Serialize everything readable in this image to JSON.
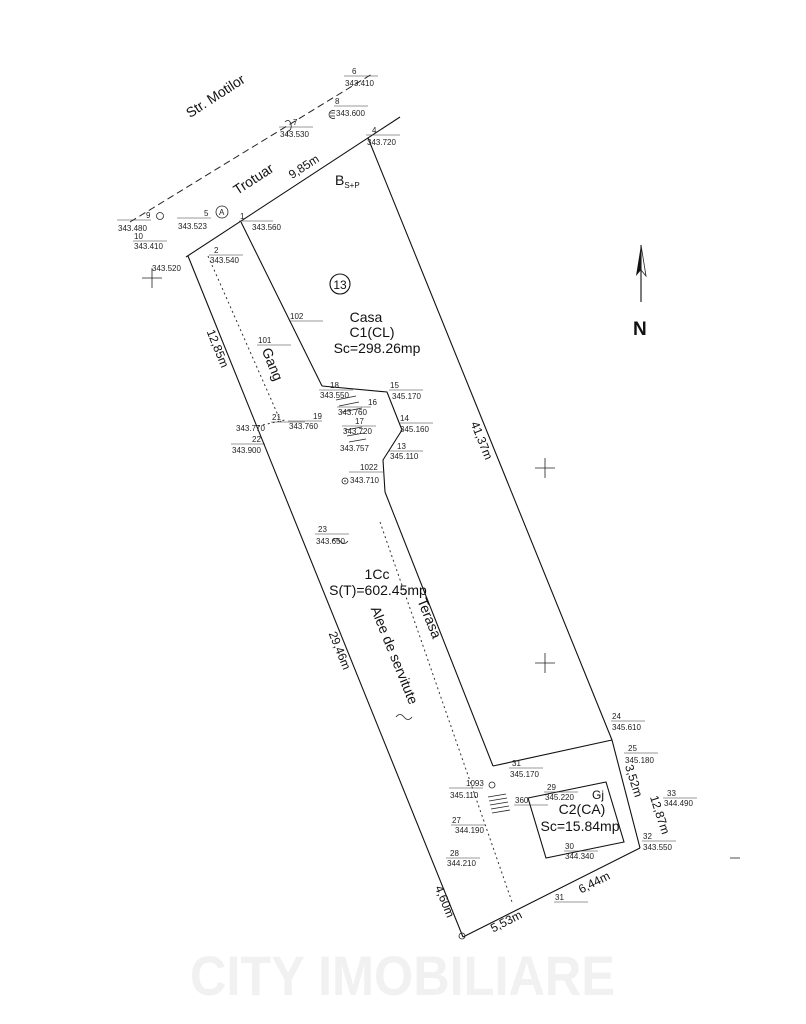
{
  "street": {
    "name": "Str. Motilor",
    "sidewalk": "Trotuar"
  },
  "north_label": "N",
  "house": {
    "lot_number": "13",
    "title": "Casa",
    "code": "C1(CL)",
    "area": "Sc=298.26mp",
    "regime_base": "B",
    "regime_sub": "S+P"
  },
  "plot": {
    "code": "1Cc",
    "area": "S(T)=602.45mp"
  },
  "garage": {
    "label": "Gj",
    "code": "C2(CA)",
    "area": "Sc=15.84mp"
  },
  "zones": {
    "passage": "Gang",
    "terrace": "Terasa",
    "easement": "Alee de servitute"
  },
  "dimensions": {
    "front": "9,85m",
    "passage_side": "12,85m",
    "right_side": "41,37m",
    "left_side": "29,46m",
    "garage_side": "3,52m",
    "rear_right": "12,87m",
    "rear": "6,44m",
    "rear_left": "5,53m",
    "left_rear": "4,60m"
  },
  "station_mark": "A",
  "points": [
    {
      "id": "6",
      "elev": "343.410"
    },
    {
      "id": "8",
      "elev": "343.600"
    },
    {
      "id": "7",
      "elev": "343.530"
    },
    {
      "id": "4",
      "elev": "343.720"
    },
    {
      "id": "9",
      "elev": "343.480"
    },
    {
      "id": "10",
      "elev": "343.410"
    },
    {
      "id": "5",
      "elev": "343.523"
    },
    {
      "id": "1",
      "elev": "343.560"
    },
    {
      "id": "2",
      "elev": "343.540"
    },
    {
      "elev": "343.520"
    },
    {
      "id": "102"
    },
    {
      "id": "101"
    },
    {
      "id": "18",
      "elev": "343.550"
    },
    {
      "id": "15",
      "elev": "345.170"
    },
    {
      "id": "16",
      "elev": "343.760"
    },
    {
      "id": "14",
      "elev": "345.160"
    },
    {
      "id": "19",
      "elev": "343.760"
    },
    {
      "id": "17",
      "elev": "343.720"
    },
    {
      "id": "13",
      "elev": "345.110"
    },
    {
      "elev": "343.757"
    },
    {
      "id": "1022",
      "elev": "343.710"
    },
    {
      "id": "21"
    },
    {
      "elev": "343.770"
    },
    {
      "id": "22",
      "elev": "343.900"
    },
    {
      "id": "23",
      "elev": "343.650"
    },
    {
      "id": "24",
      "elev": "345.610"
    },
    {
      "id": "25",
      "elev": "345.180"
    },
    {
      "id": "31",
      "elev": "345.170"
    },
    {
      "id": "1093",
      "elev": "345.110"
    },
    {
      "id": "360"
    },
    {
      "id": "29",
      "elev": "345.220"
    },
    {
      "id": "27",
      "elev": "344.190"
    },
    {
      "id": "28",
      "elev": "344.210"
    },
    {
      "id": "30",
      "elev": "344.340"
    },
    {
      "id": "32",
      "elev": "343.550"
    },
    {
      "id": "33",
      "elev": "344.490"
    },
    {
      "id": "31"
    }
  ],
  "watermark": "CITY IMOBILIARE"
}
